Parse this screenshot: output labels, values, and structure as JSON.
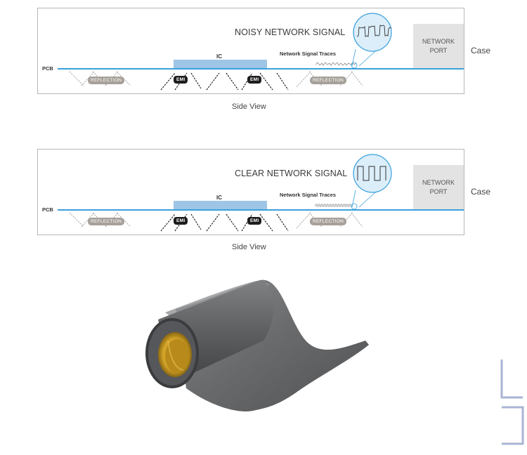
{
  "panels": [
    {
      "title": "NOISY NETWORK SIGNAL",
      "ic_label": "IC",
      "traces_label": "Network Signal Traces",
      "pcb_label": "PCB",
      "port_line1": "NETWORK",
      "port_line2": "PORT",
      "reflection_label": "REFLECTION",
      "emi_label": "EMI",
      "signal": "noisy",
      "case_label": "Case",
      "caption": "Side View"
    },
    {
      "title": "CLEAR NETWORK SIGNAL",
      "ic_label": "IC",
      "traces_label": "Network Signal Traces",
      "pcb_label": "PCB",
      "port_line1": "NETWORK",
      "port_line2": "PORT",
      "reflection_label": "REFLECTION",
      "emi_label": "EMI",
      "signal": "clear",
      "case_label": "Case",
      "caption": "Side View"
    }
  ],
  "colors": {
    "pcb_line": "#3aa0dc",
    "ic_fill": "#9ec5e6",
    "magnifier_fill": "#dbeefa",
    "magnifier_stroke": "#3aa0dc",
    "reflection_badge": "#a7a09a",
    "emi_badge": "#1d1d1d",
    "port_fill": "#e3e3e3",
    "corner_mark": "#aab4d4"
  },
  "product": {
    "icon": "shielding-film-roll-image",
    "roll_color": "#6d6f71",
    "core_color": "#d4a528"
  }
}
